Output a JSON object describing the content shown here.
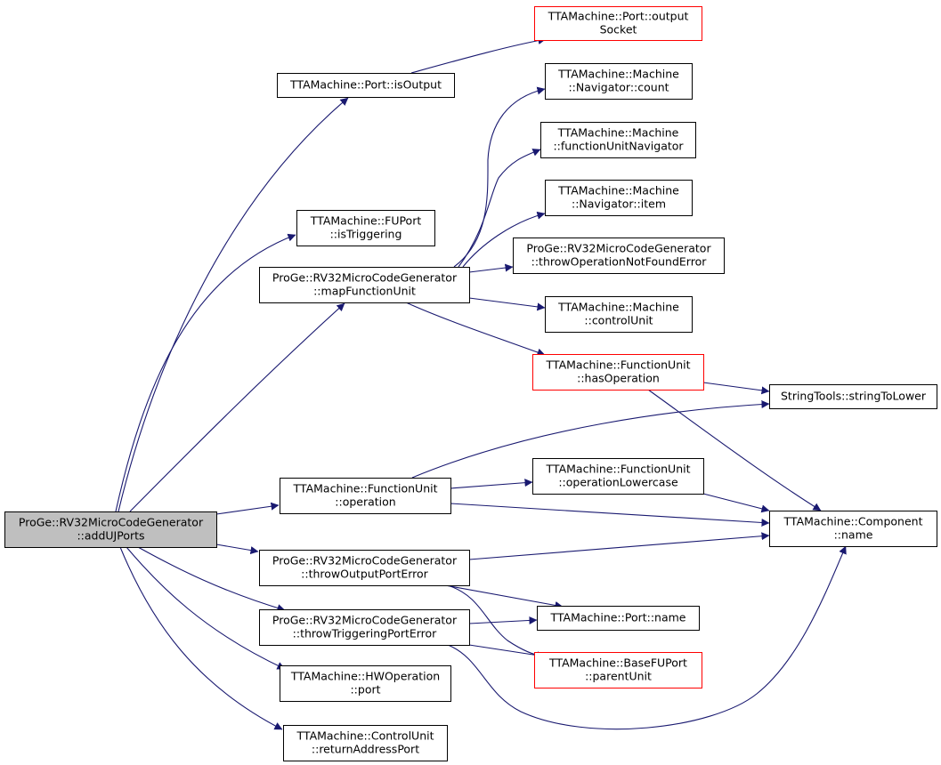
{
  "colors": {
    "edge": "#191970",
    "node_border": "#000000",
    "node_border_truncated": "#ff0000",
    "root_fill": "#bfbfbf",
    "node_fill": "#ffffff"
  },
  "nodes": [
    {
      "id": "adduj",
      "lines": [
        "ProGe::RV32MicroCodeGenerator",
        "::addUJPorts"
      ],
      "kind": "root"
    },
    {
      "id": "isoutput",
      "lines": [
        "TTAMachine::Port::isOutput"
      ],
      "kind": "normal"
    },
    {
      "id": "outputsocket",
      "lines": [
        "TTAMachine::Port::output",
        "Socket"
      ],
      "kind": "truncated"
    },
    {
      "id": "navcount",
      "lines": [
        "TTAMachine::Machine",
        "::Navigator::count"
      ],
      "kind": "normal"
    },
    {
      "id": "funav",
      "lines": [
        "TTAMachine::Machine",
        "::functionUnitNavigator"
      ],
      "kind": "normal"
    },
    {
      "id": "navitem",
      "lines": [
        "TTAMachine::Machine",
        "::Navigator::item"
      ],
      "kind": "normal"
    },
    {
      "id": "istrig",
      "lines": [
        "TTAMachine::FUPort",
        "::isTriggering"
      ],
      "kind": "normal"
    },
    {
      "id": "throwopnf",
      "lines": [
        "ProGe::RV32MicroCodeGenerator",
        "::throwOperationNotFoundError"
      ],
      "kind": "normal"
    },
    {
      "id": "mapfu",
      "lines": [
        "ProGe::RV32MicroCodeGenerator",
        "::mapFunctionUnit"
      ],
      "kind": "normal"
    },
    {
      "id": "controlunit",
      "lines": [
        "TTAMachine::Machine",
        "::controlUnit"
      ],
      "kind": "normal"
    },
    {
      "id": "hasop",
      "lines": [
        "TTAMachine::FunctionUnit",
        "::hasOperation"
      ],
      "kind": "truncated"
    },
    {
      "id": "tolower",
      "lines": [
        "StringTools::stringToLower"
      ],
      "kind": "normal"
    },
    {
      "id": "oplower",
      "lines": [
        "TTAMachine::FunctionUnit",
        "::operationLowercase"
      ],
      "kind": "normal"
    },
    {
      "id": "fuop",
      "lines": [
        "TTAMachine::FunctionUnit",
        "::operation"
      ],
      "kind": "normal"
    },
    {
      "id": "compname",
      "lines": [
        "TTAMachine::Component",
        "::name"
      ],
      "kind": "normal"
    },
    {
      "id": "throwout",
      "lines": [
        "ProGe::RV32MicroCodeGenerator",
        "::throwOutputPortError"
      ],
      "kind": "normal"
    },
    {
      "id": "portname",
      "lines": [
        "TTAMachine::Port::name"
      ],
      "kind": "normal"
    },
    {
      "id": "throwtrig",
      "lines": [
        "ProGe::RV32MicroCodeGenerator",
        "::throwTriggeringPortError"
      ],
      "kind": "normal"
    },
    {
      "id": "parentunit",
      "lines": [
        "TTAMachine::BaseFUPort",
        "::parentUnit"
      ],
      "kind": "truncated"
    },
    {
      "id": "hwport",
      "lines": [
        "TTAMachine::HWOperation",
        "::port"
      ],
      "kind": "normal"
    },
    {
      "id": "retaddr",
      "lines": [
        "TTAMachine::ControlUnit",
        "::returnAddressPort"
      ],
      "kind": "normal"
    }
  ],
  "edges": [
    {
      "from": "adduj",
      "to": "isoutput"
    },
    {
      "from": "adduj",
      "to": "istrig"
    },
    {
      "from": "adduj",
      "to": "mapfu"
    },
    {
      "from": "adduj",
      "to": "fuop"
    },
    {
      "from": "adduj",
      "to": "throwout"
    },
    {
      "from": "adduj",
      "to": "throwtrig"
    },
    {
      "from": "adduj",
      "to": "hwport"
    },
    {
      "from": "adduj",
      "to": "retaddr"
    },
    {
      "from": "isoutput",
      "to": "outputsocket"
    },
    {
      "from": "mapfu",
      "to": "navcount"
    },
    {
      "from": "mapfu",
      "to": "funav"
    },
    {
      "from": "mapfu",
      "to": "navitem"
    },
    {
      "from": "mapfu",
      "to": "throwopnf"
    },
    {
      "from": "mapfu",
      "to": "controlunit"
    },
    {
      "from": "mapfu",
      "to": "hasop"
    },
    {
      "from": "hasop",
      "to": "tolower"
    },
    {
      "from": "hasop",
      "to": "compname"
    },
    {
      "from": "fuop",
      "to": "tolower"
    },
    {
      "from": "fuop",
      "to": "oplower"
    },
    {
      "from": "fuop",
      "to": "compname"
    },
    {
      "from": "oplower",
      "to": "compname"
    },
    {
      "from": "throwout",
      "to": "compname"
    },
    {
      "from": "throwout",
      "to": "portname"
    },
    {
      "from": "throwout",
      "to": "parentunit"
    },
    {
      "from": "throwtrig",
      "to": "portname"
    },
    {
      "from": "throwtrig",
      "to": "parentunit"
    },
    {
      "from": "throwtrig",
      "to": "compname"
    }
  ]
}
